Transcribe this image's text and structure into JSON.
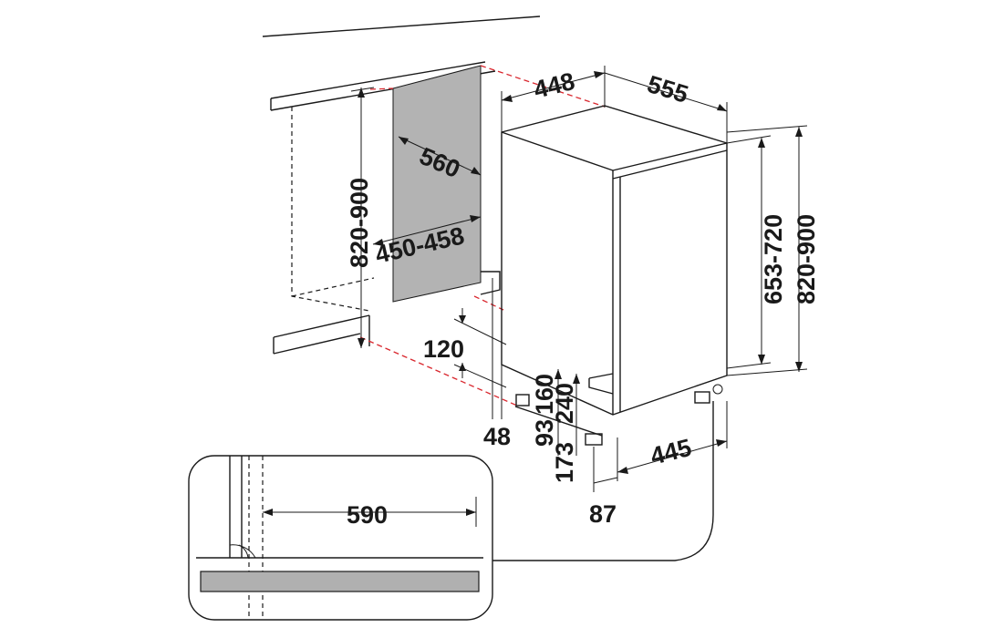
{
  "dimensions": {
    "recess_depth": "560",
    "recess_width": "450-458",
    "recess_height": "820-900",
    "appliance_width": "448",
    "appliance_depth": "555",
    "appliance_height": "653-720",
    "overall_height": "820-900",
    "plinth_height": "120",
    "plinth_offset": "48",
    "foot_low": "93",
    "foot_high": "160",
    "range_low": "173",
    "range_high": "240",
    "foot_spacing": "445",
    "foot_front": "87",
    "door_clearance": "590"
  },
  "colors": {
    "recess_fill": "#b3b3b3",
    "line": "#1a1a1a",
    "guide": "#d9272e",
    "detail_bar": "#b0b0b0"
  }
}
